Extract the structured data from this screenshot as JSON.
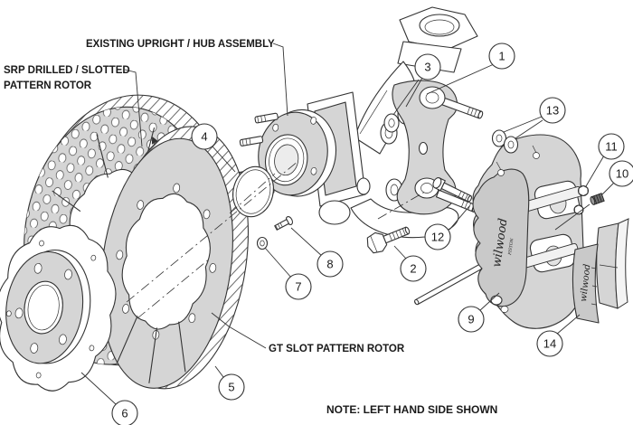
{
  "labels": {
    "upright": "EXISTING UPRIGHT / HUB ASSEMBLY",
    "srp_line1": "SRP DRILLED / SLOTTED",
    "srp_line2": "PATTERN ROTOR",
    "gt": "GT SLOT PATTERN ROTOR",
    "note": "NOTE: LEFT HAND SIDE SHOWN"
  },
  "branding": {
    "caliper_logo": "wilwood",
    "caliper_sub": "PISTON",
    "pad_logo": "wilwood"
  },
  "callouts": [
    "1",
    "2",
    "3",
    "4",
    "5",
    "6",
    "7",
    "8",
    "9",
    "10",
    "11",
    "12",
    "13",
    "14"
  ],
  "colors": {
    "line": "#333333",
    "part_fill": "#d5d5d5",
    "part_fill_dark": "#c9c9c9",
    "background": "#ffffff"
  }
}
